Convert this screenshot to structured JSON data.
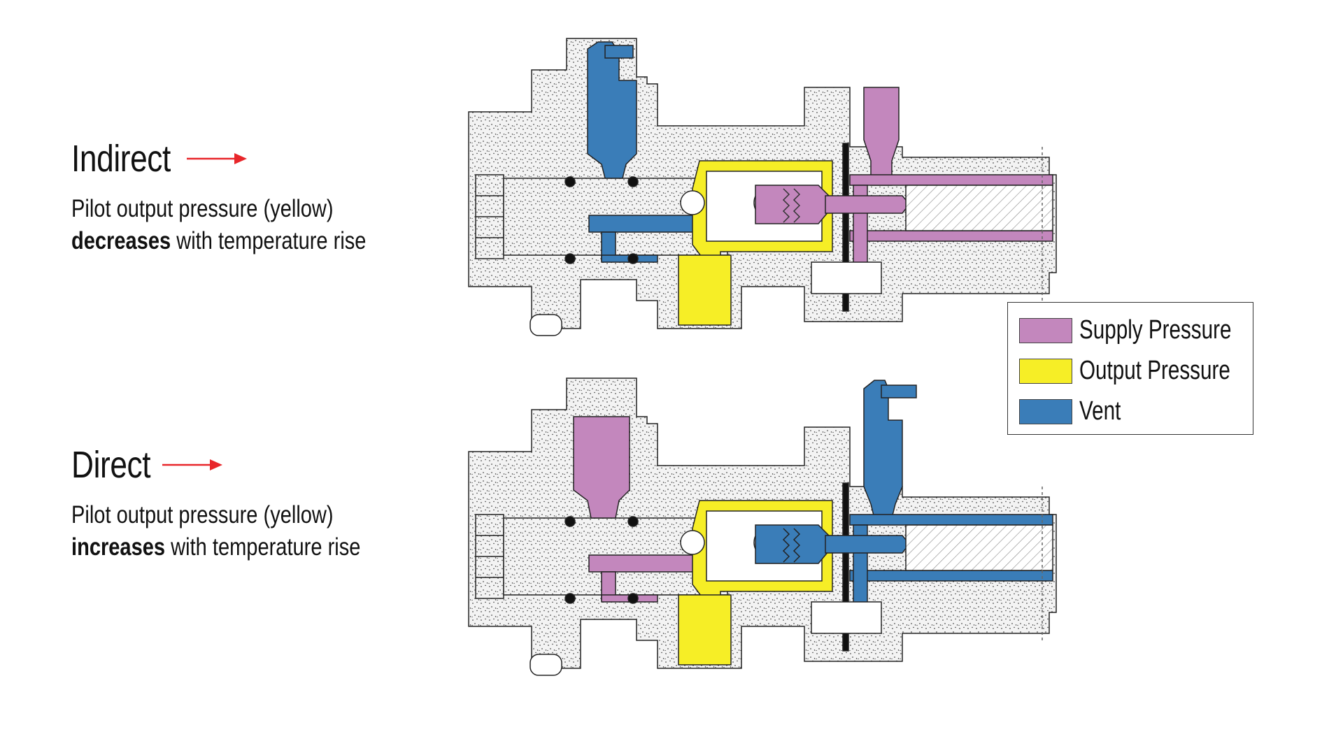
{
  "colors": {
    "supply": "#c387bd",
    "output": "#f6ee26",
    "vent": "#3a7db8",
    "body": "#f2f2f2",
    "arrow": "#e8262a"
  },
  "indirect": {
    "title": "Indirect",
    "line1": "Pilot output pressure (yellow)",
    "bold": "decreases",
    "rest": " with temperature rise"
  },
  "direct": {
    "title": "Direct",
    "line1": "Pilot output pressure (yellow)",
    "bold": "increases",
    "rest": " with temperature rise"
  },
  "legend": [
    {
      "label": "Supply Pressure",
      "color": "#c387bd"
    },
    {
      "label": "Output Pressure",
      "color": "#f6ee26"
    },
    {
      "label": "Vent",
      "color": "#3a7db8"
    }
  ]
}
